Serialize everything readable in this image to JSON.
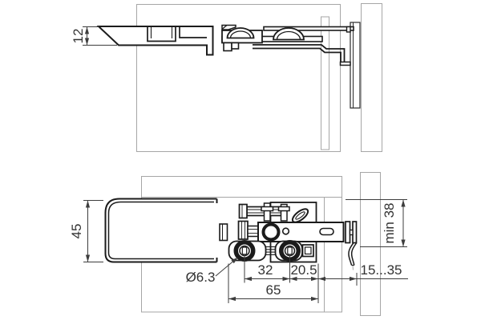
{
  "drawing": {
    "kind": "technical-installation-drawing",
    "views": {
      "top_view": "plan view of drawer slide at cabinet side and wall",
      "side_view": "side elevation of drawer rail, roller carriage and wall bracket"
    },
    "labels": {
      "front_thickness": "12",
      "rail_height": "45",
      "roller_diameter": "Ø6.3",
      "roller_pitch": "32",
      "bracket_offset": "20.5",
      "slide_length": "65",
      "wall_gap": "15...35",
      "min_clearance": "min 38"
    },
    "colors": {
      "background": "#ffffff",
      "part_line": "#1b1b1b",
      "panel_line": "#a6a6a6",
      "dimension_line": "#3d3d3d",
      "text": "#333333"
    }
  }
}
